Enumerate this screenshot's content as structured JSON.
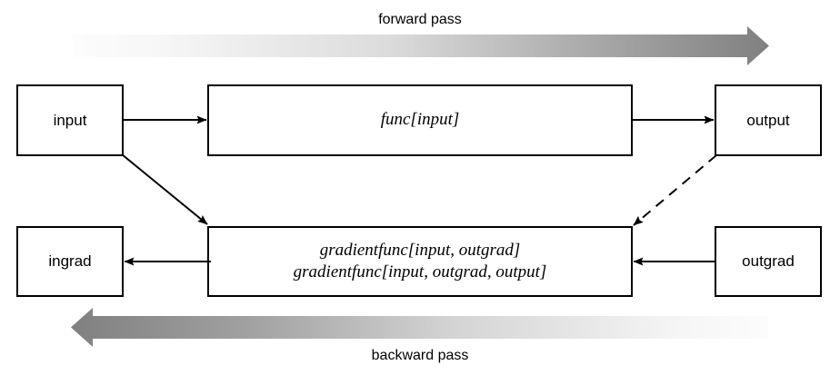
{
  "diagram": {
    "title_forward": "forward pass",
    "title_backward": "backward pass",
    "boxes": {
      "input": "input",
      "func": "func[input]",
      "output": "output",
      "ingrad": "ingrad",
      "gradientfunc_line1": "gradientfunc[input, outgrad]",
      "gradientfunc_line2": "gradientfunc[input, outgrad, output]",
      "outgrad": "outgrad"
    },
    "colors": {
      "stroke": "#000000",
      "background": "#ffffff",
      "arrow_dark": "#808080",
      "arrow_light": "#fcfcfc"
    }
  }
}
